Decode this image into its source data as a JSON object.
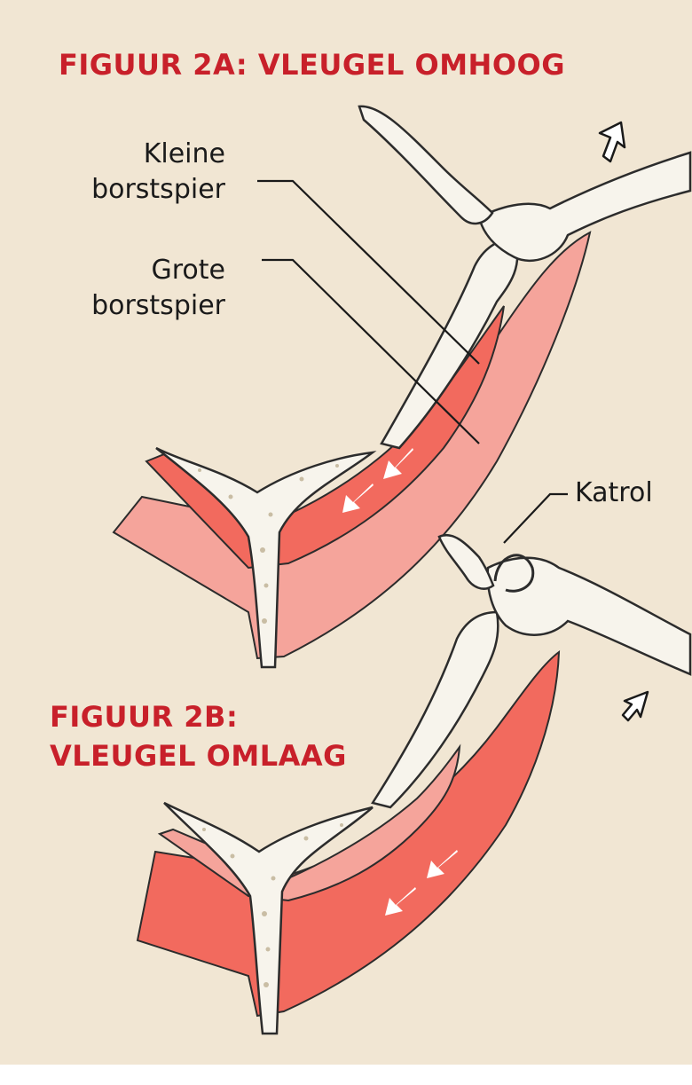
{
  "figure_a": {
    "title": "FIGUUR 2A: VLEUGEL OMHOOG",
    "direction_icon": "arrow-up-right-icon"
  },
  "figure_b": {
    "title_line1": "FIGUUR 2B:",
    "title_line2": "VLEUGEL OMLAAG",
    "direction_icon": "arrow-down-left-icon"
  },
  "labels": {
    "kleine_line1": "Kleine",
    "kleine_line2": "borstspier",
    "grote_line1": "Grote",
    "grote_line2": "borstspier",
    "katrol": "Katrol"
  },
  "colors": {
    "background": "#f1e6d3",
    "title_red": "#c8202a",
    "muscle_dark": "#f26a5e",
    "muscle_light": "#f5a49b",
    "bone": "#f7f4ec",
    "outline": "#2c2c2c",
    "stipple": "#d8cdb8"
  }
}
